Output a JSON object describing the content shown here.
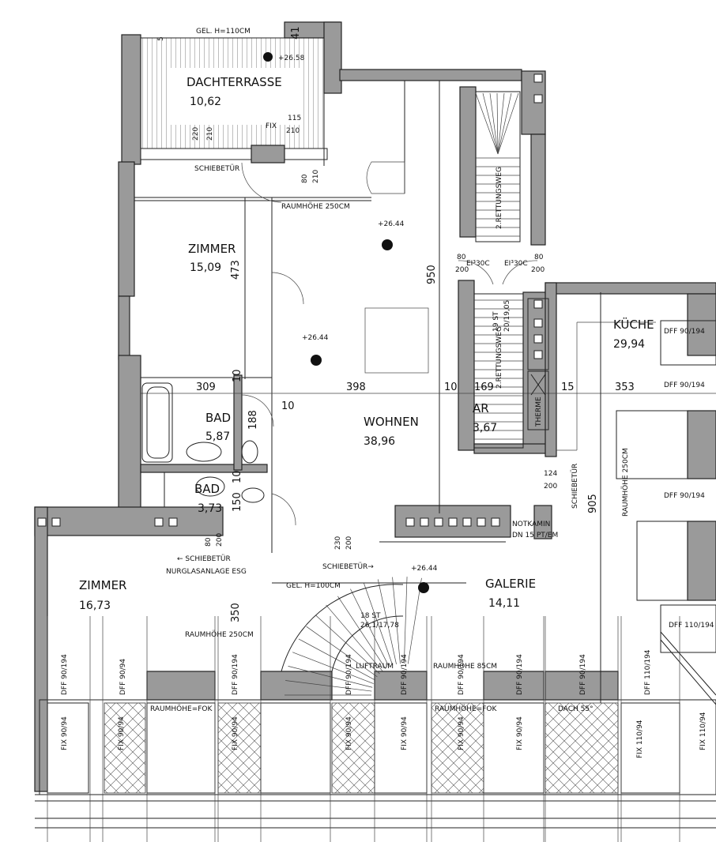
{
  "rooms": {
    "dachterrasse": {
      "name": "DACHTERRASSE",
      "area": "10,62"
    },
    "zimmer1": {
      "name": "ZIMMER",
      "area": "15,09"
    },
    "bad1": {
      "name": "BAD",
      "area": "5,87"
    },
    "bad2": {
      "name": "BAD",
      "area": "3,73"
    },
    "wohnen": {
      "name": "WOHNEN",
      "area": "38,96"
    },
    "ar": {
      "name": "AR",
      "area": "3,67"
    },
    "kueche": {
      "name": "KÜCHE",
      "area": "29,94"
    },
    "zimmer2": {
      "name": "ZIMMER",
      "area": "16,73"
    },
    "galerie": {
      "name": "GALERIE",
      "area": "14,11"
    }
  },
  "labels": {
    "gel_110": "GEL. H=110CM",
    "gel_100": "GEL. H=100CM",
    "schiebetuer": "SCHIEBETÜR",
    "schiebetuer_arrow": "SCHIEBETÜR→",
    "schiebetuer_left": "← SCHIEBETÜR",
    "nurglas": "NURGLASANLAGE ESG",
    "raumhoehe_250_top": "RAUMHÖHE 250CM",
    "raumhoehe_250_bottom": "RAUMHÖHE 250CM",
    "raumhoehe_250_right": "RAUMHÖHE 250CM",
    "raumhoehe_85": "RAUMHÖHE 85CM",
    "raumhoehe_fok_1": "RAUMHÖHE=FOK",
    "raumhoehe_fok_2": "RAUMHÖHE=FOK",
    "rettungsweg_1": "2.RETTUNGSWEG",
    "rettungsweg_2": "2.RETTUNGSWEG",
    "ei300_a": "EI³30C",
    "ei300_b": "EI³30C",
    "therme": "THERME",
    "notkamin": "NOTKAMIN",
    "notkamin_dn": "DN 15 PT/EM",
    "luftraum": "LUFTRAUM",
    "dach55": "DACH 55°",
    "fix_115": "FIX",
    "stufen_a": "19 ST",
    "stufen_a2": "20/19,05",
    "stufen_b": "18 ST",
    "stufen_b2": "26,1/17,78"
  },
  "levels": {
    "l1": "+26.58",
    "l2": "+26.44",
    "l3": "+26.44",
    "l4": "+26.44"
  },
  "dims": {
    "d5": "5",
    "d41": "41",
    "d115": "115",
    "d210a": "210",
    "d220": "220",
    "d210b": "210",
    "d80a": "80",
    "d210c": "210",
    "d473": "473",
    "d950": "950",
    "d80b": "80",
    "d200a": "200",
    "d80c": "80",
    "d200b": "200",
    "d309": "309",
    "d398": "398",
    "d10a": "10",
    "d169": "169",
    "d15": "15",
    "d353": "353",
    "d10b": "10",
    "d10c": "10",
    "d188": "188",
    "d150": "150",
    "d10d": "10",
    "d124": "124",
    "d200c": "200",
    "d905": "905",
    "d80d": "80",
    "d200d": "200",
    "d230": "230",
    "d200e": "200",
    "d350": "350"
  },
  "windows": {
    "dff_90_194_a": "DFF 90/194",
    "dff_90_194_b": "DFF 90/194",
    "dff_90_194_c": "DFF 90/194",
    "dff_110_194": "DFF 110/194",
    "w1": "DFF 90/194",
    "w2": "DFF 90/94",
    "w3": "DFF 90/194",
    "w4": "DFF 90/194",
    "w5": "DFF 90/194",
    "w6": "DFF 90/194",
    "w7": "DFF 90/194",
    "w8": "DFF 90/194",
    "w9": "DFF 110/194",
    "f1": "FIX 90/94",
    "f2": "FIX 90/94",
    "f3": "FIX 90/94",
    "f4": "FIX 90/94",
    "f5": "FIX 90/94",
    "f6": "FIX 90/94",
    "f7": "FIX 90/94",
    "f8": "FIX 110/94",
    "f9": "FIX 110/94"
  }
}
